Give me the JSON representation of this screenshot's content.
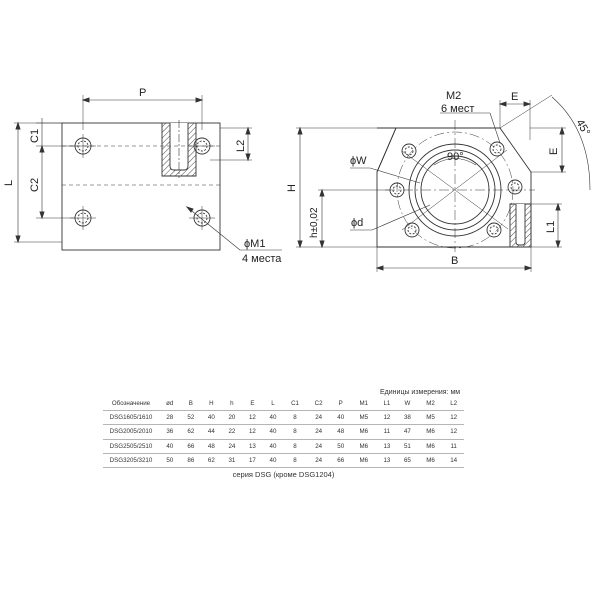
{
  "drawing": {
    "labels": {
      "P": "P",
      "L": "L",
      "C1": "C1",
      "C2": "C2",
      "L2": "L2",
      "M1": "ϕM1",
      "M1_count": "4 места",
      "M2": "M2",
      "M2_count": "6 мест",
      "E": "E",
      "angle45": "45°",
      "angle90": "90°",
      "W": "ϕW",
      "H": "H",
      "h": "h±0,02",
      "d": "ϕd",
      "B": "B",
      "L1": "L1"
    }
  },
  "table": {
    "units": "Единицы измерения: мм",
    "headers": [
      "Обозначение",
      "ød",
      "B",
      "H",
      "h",
      "E",
      "L",
      "C1",
      "C2",
      "P",
      "M1",
      "L1",
      "W",
      "M2",
      "L2"
    ],
    "rows": [
      [
        "DSG1605/1610",
        "28",
        "52",
        "40",
        "20",
        "12",
        "40",
        "8",
        "24",
        "40",
        "M5",
        "12",
        "38",
        "M5",
        "12"
      ],
      [
        "DSG2005/2010",
        "36",
        "62",
        "44",
        "22",
        "12",
        "40",
        "8",
        "24",
        "48",
        "M6",
        "11",
        "47",
        "M6",
        "12"
      ],
      [
        "DSG2505/2510",
        "40",
        "66",
        "48",
        "24",
        "13",
        "40",
        "8",
        "24",
        "50",
        "M6",
        "13",
        "51",
        "M6",
        "11"
      ],
      [
        "DSG3205/3210",
        "50",
        "86",
        "62",
        "31",
        "17",
        "40",
        "8",
        "24",
        "66",
        "M6",
        "13",
        "65",
        "M6",
        "14"
      ]
    ],
    "caption": "серия DSG (кроме DSG1204)"
  }
}
